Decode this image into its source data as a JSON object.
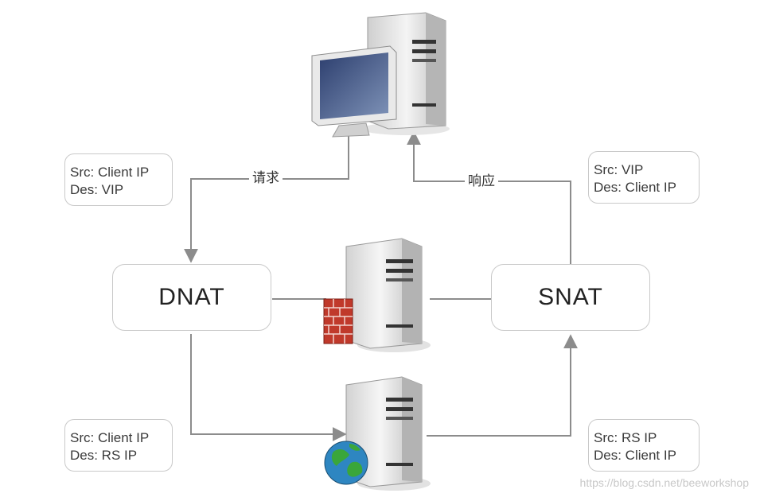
{
  "flow": {
    "request_label": "请求",
    "response_label": "响应"
  },
  "address_boxes": {
    "top_left": {
      "src": "Src: Client IP",
      "des": "Des: VIP"
    },
    "top_right": {
      "src": "Src: VIP",
      "des": "Des: Client IP"
    },
    "bottom_left": {
      "src": "Src: Client IP",
      "des": "Des: RS IP"
    },
    "bottom_right": {
      "src": "Src: RS IP",
      "des": "Des: Client IP"
    }
  },
  "nodes": {
    "dnat": "DNAT",
    "snat": "SNAT"
  },
  "icons": {
    "client": "desktop-computer-icon",
    "gateway": "firewall-server-icon",
    "real_server": "web-server-globe-icon"
  },
  "colors": {
    "line": "#8c8c8c",
    "box_border": "#c9c9c9",
    "firewall": "#c0392b",
    "globe_water": "#2e86c1",
    "globe_land": "#3aa63a"
  },
  "watermark": "https://blog.csdn.net/beeworkshop"
}
